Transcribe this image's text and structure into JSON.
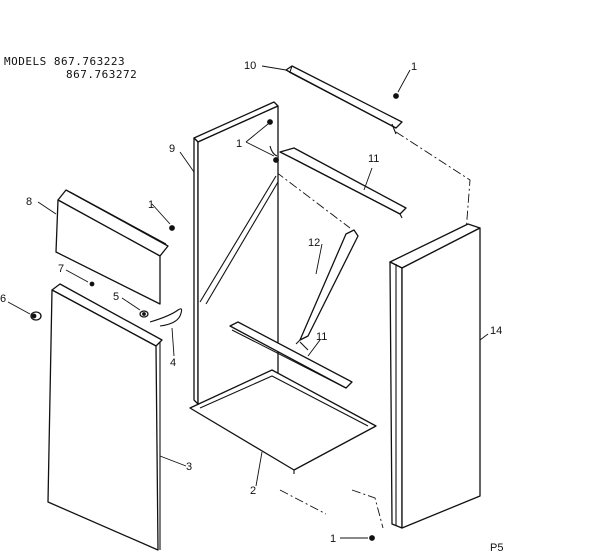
{
  "header": {
    "models_line1": "MODELS 867.763223",
    "models_line2": "867.763272"
  },
  "callouts": {
    "c1_top": "1",
    "c10": "10",
    "c1_panel9": "1",
    "c11_top": "11",
    "c9": "9",
    "c8": "8",
    "c1_panel8": "1",
    "c12": "12",
    "c7": "7",
    "c6": "6",
    "c5": "5",
    "c4": "4",
    "c11_mid": "11",
    "c14": "14",
    "c3": "3",
    "c2": "2",
    "c1_bottom": "1"
  },
  "page_code": "P5"
}
